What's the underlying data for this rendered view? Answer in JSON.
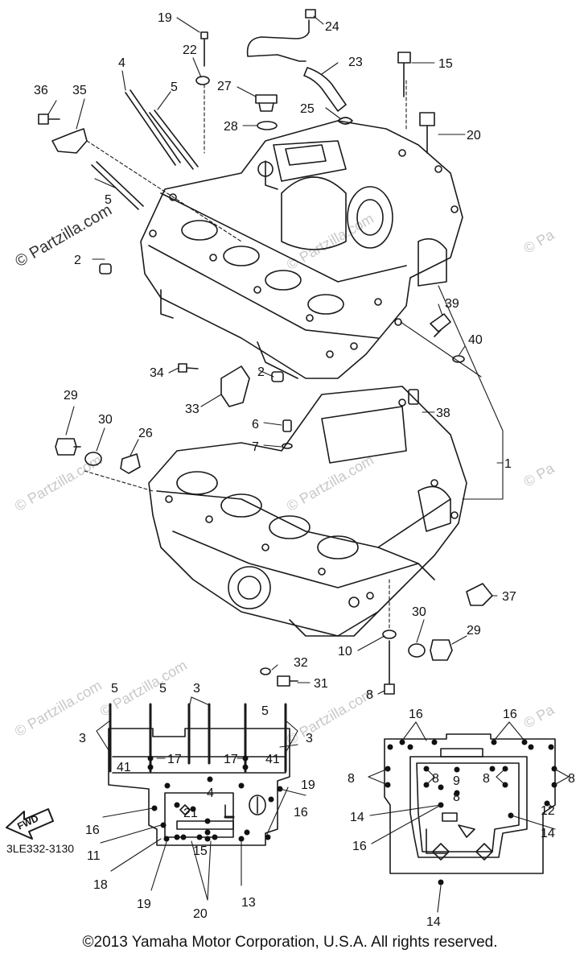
{
  "watermark": "© Partzilla.com",
  "watermark_short": "© Pa",
  "diagram_code": "3LE332-3130",
  "copyright": "©2013  Yamaha Motor Corporation, U.S.A. All rights reserved.",
  "fwd_label": "FWD",
  "callouts": {
    "c1": "1",
    "c2a": "2",
    "c2b": "2",
    "c4": "4",
    "c5a": "5",
    "c5b": "5",
    "c6": "6",
    "c7": "7",
    "c8": "8",
    "c10": "10",
    "c19": "19",
    "c20": "20",
    "c22": "22",
    "c23": "23",
    "c24": "24",
    "c25": "25",
    "c26": "26",
    "c27": "27",
    "c28": "28",
    "c29a": "29",
    "c29b": "29",
    "c30a": "30",
    "c30b": "30",
    "c31": "31",
    "c32": "32",
    "c33": "33",
    "c34": "34",
    "c35": "35",
    "c36": "36",
    "c15": "15",
    "c37": "37",
    "c38": "38",
    "c39": "39",
    "c40": "40"
  },
  "left_plan": {
    "l5a": "5",
    "l5b": "5",
    "l3a": "3",
    "l5c": "5",
    "l3b": "3",
    "l3c": "3",
    "l41a": "41",
    "l17a": "17",
    "l17b": "17",
    "l41b": "41",
    "l4": "4",
    "l19a": "19",
    "l16a": "16",
    "l21": "21",
    "l16b": "16",
    "l11": "11",
    "l15": "15",
    "l18": "18",
    "l19b": "19",
    "l20": "20",
    "l13": "13"
  },
  "right_plan": {
    "r16a": "16",
    "r16b": "16",
    "r8a": "8",
    "r8b": "8",
    "r9": "9",
    "r8c": "8",
    "r8d": "8",
    "r8e": "8",
    "r14a": "14",
    "r12": "12",
    "r16c": "16",
    "r14b": "14",
    "r14c": "14"
  }
}
